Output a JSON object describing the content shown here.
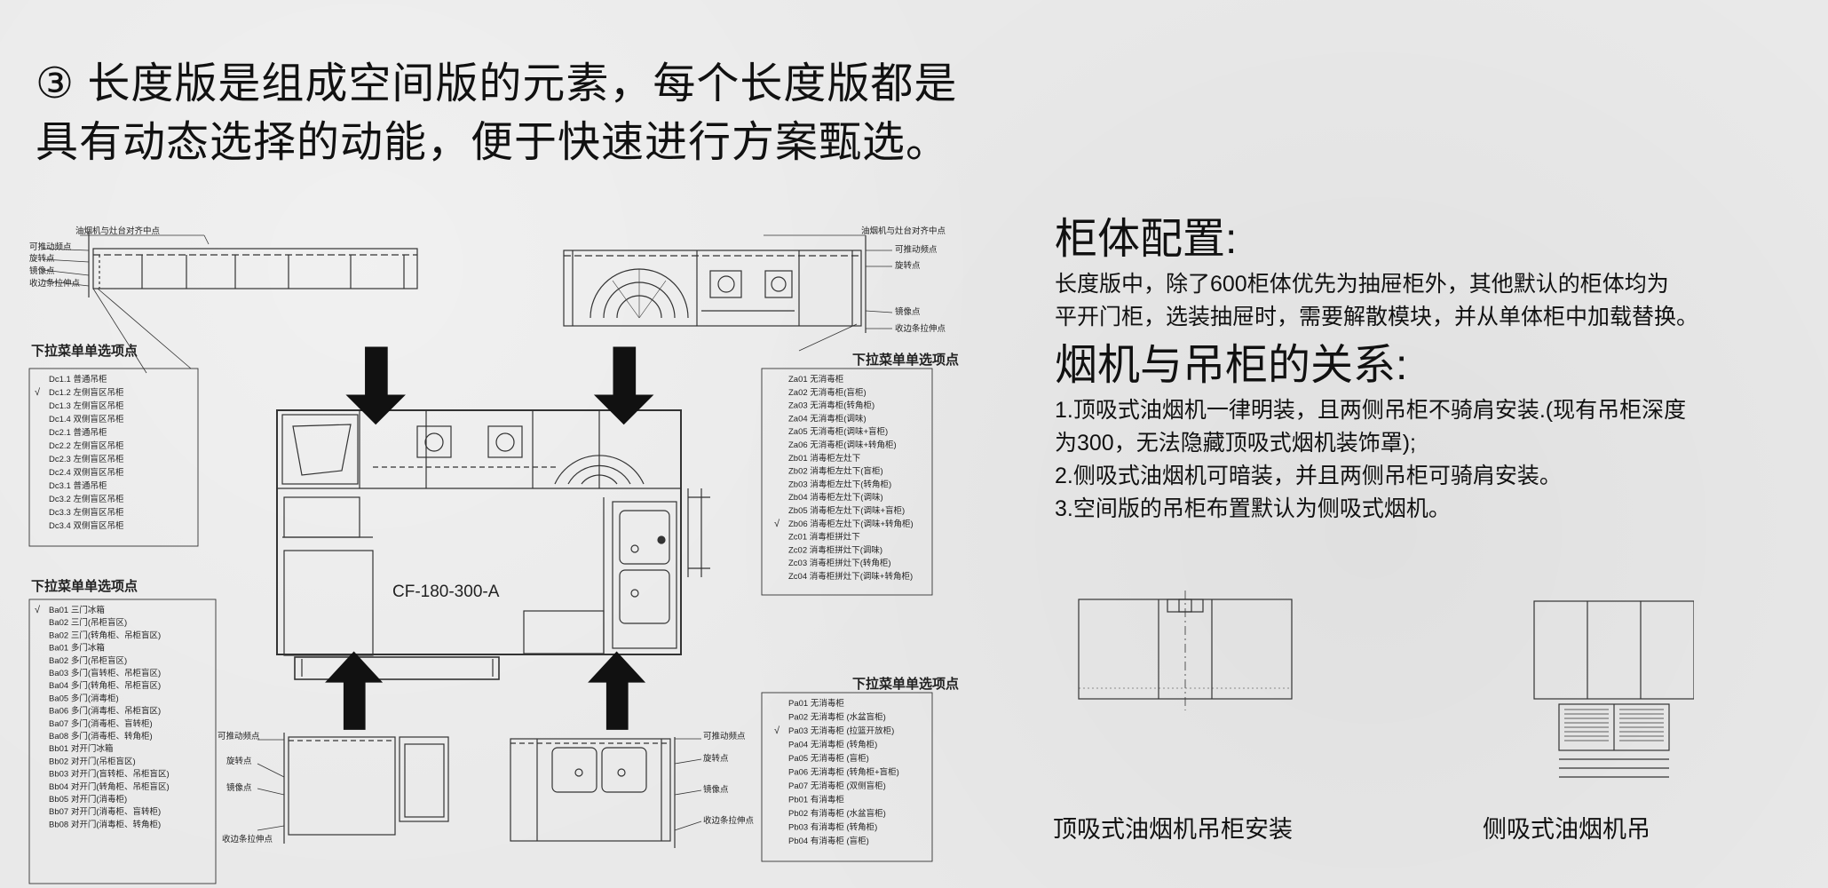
{
  "headline": {
    "line1": "③ 长度版是组成空间版的元素，每个长度版都是",
    "line2": "具有动态选择的动能，便于快速进行方案甄选。"
  },
  "diagram": {
    "model_label": "CF-180-300-A",
    "dropdown_title": "下拉菜单单选项点",
    "callouts_top_left": [
      "油烟机与灶台对齐中点",
      "可推动频点",
      "旋转点",
      "镜像点",
      "收边条拉伸点"
    ],
    "callouts_top_right": [
      "油烟机与灶台对齐中点",
      "可推动频点",
      "旋转点",
      "镜像点",
      "收边条拉伸点"
    ],
    "callouts_bottom_left": [
      "可推动频点",
      "旋转点",
      "镜像点",
      "收边条拉伸点"
    ],
    "callouts_bottom_right": [
      "可推动频点",
      "旋转点",
      "镜像点",
      "收边条拉伸点"
    ],
    "list_dc": {
      "checked_index": 1,
      "items": [
        "Dc1.1 普通吊柜",
        "Dc1.2 左侧盲区吊柜",
        "Dc1.3 左侧盲区吊柜",
        "Dc1.4 双侧盲区吊柜",
        "Dc2.1 普通吊柜",
        "Dc2.2 左侧盲区吊柜",
        "Dc2.3 左侧盲区吊柜",
        "Dc2.4 双侧盲区吊柜",
        "Dc3.1 普通吊柜",
        "Dc3.2 左侧盲区吊柜",
        "Dc3.3 左侧盲区吊柜",
        "Dc3.4 双侧盲区吊柜"
      ]
    },
    "list_ba": {
      "checked_index": 0,
      "items": [
        "Ba01 三门冰箱",
        "Ba02 三门(吊柜盲区)",
        "Ba02 三门(转角柜、吊柜盲区)",
        "Ba01 多门冰箱",
        "Ba02 多门(吊柜盲区)",
        "Ba03 多门(盲转柜、吊柜盲区)",
        "Ba04 多门(转角柜、吊柜盲区)",
        "Ba05 多门(消毒柜)",
        "Ba06 多门(消毒柜、吊柜盲区)",
        "Ba07 多门(消毒柜、盲转柜)",
        "Ba08 多门(消毒柜、转角柜)",
        "Bb01 对开门冰箱",
        "Bb02 对开门(吊柜盲区)",
        "Bb03 对开门(盲转柜、吊柜盲区)",
        "Bb04 对开门(转角柜、吊柜盲区)",
        "Bb05 对开门(消毒柜)",
        "Bb07 对开门(消毒柜、盲转柜)",
        "Bb08 对开门(消毒柜、转角柜)"
      ]
    },
    "list_za": {
      "checked_index": 11,
      "items": [
        "Za01 无消毒柜",
        "Za02 无消毒柜(盲柜)",
        "Za03 无消毒柜(转角柜)",
        "Za04 无消毒柜(调味)",
        "Za05 无消毒柜(调味+盲柜)",
        "Za06 无消毒柜(调味+转角柜)",
        "Zb01 消毒柜左灶下",
        "Zb02 消毒柜左灶下(盲柜)",
        "Zb03 消毒柜左灶下(转角柜)",
        "Zb04 消毒柜左灶下(调味)",
        "Zb05 消毒柜左灶下(调味+盲柜)",
        "Zb06 消毒柜左灶下(调味+转角柜)",
        "Zc01 消毒柜拼灶下",
        "Zc02 消毒柜拼灶下(调味)",
        "Zc03 消毒柜拼灶下(转角柜)",
        "Zc04 消毒柜拼灶下(调味+转角柜)"
      ]
    },
    "list_pa": {
      "checked_index": 2,
      "items": [
        "Pa01 无消毒柜",
        "Pa02 无消毒柜 (水盆盲柜)",
        "Pa03 无消毒柜 (拉篮开放柜)",
        "Pa04 无消毒柜 (转角柜)",
        "Pa05 无消毒柜 (盲柜)",
        "Pa06 无消毒柜 (转角柜+盲柜)",
        "Pa07 无消毒柜 (双侧盲柜)",
        "Pb01 有消毒柜",
        "Pb02 有消毒柜 (水盆盲柜)",
        "Pb03 有消毒柜 (转角柜)",
        "Pb04 有消毒柜 (盲柜)"
      ]
    }
  },
  "right_panel": {
    "section1": {
      "heading": "柜体配置:",
      "lines": [
        "长度版中，除了600柜体优先为抽屉柜外，其他默认的柜体均为",
        "平开门柜，选装抽屉时，需要解散模块，并从单体柜中加载替换。"
      ]
    },
    "section2": {
      "heading": "烟机与吊柜的关系:",
      "lines": [
        "1.顶吸式油烟机一律明装，且两侧吊柜不骑肩安装.(现有吊柜深度",
        "为300，无法隐藏顶吸式烟机装饰罩);",
        "2.侧吸式油烟机可暗装，并且两侧吊柜可骑肩安装。",
        "3.空间版的吊柜布置默认为侧吸式烟机。"
      ]
    },
    "caption_left": "顶吸式油烟机吊柜安装",
    "caption_right": "侧吸式油烟机吊"
  }
}
